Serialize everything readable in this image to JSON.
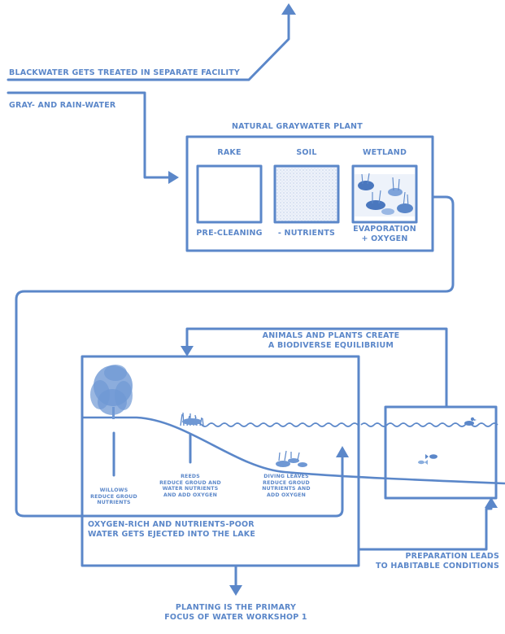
{
  "colors": {
    "line": "#5b87c9",
    "water": "#5b87c9",
    "soil": "#e8eef8"
  },
  "flow": {
    "blackwater_label": "BLACKWATER GETS TREATED IN SEPARATE FACILITY",
    "graywater_label": "GRAY- AND RAIN-WATER"
  },
  "plant": {
    "title": "NATURAL GRAYWATER PLANT",
    "stages": [
      {
        "name": "RAKE",
        "effect": "PRE-CLEANING"
      },
      {
        "name": "SOIL",
        "effect": "- NUTRIENTS"
      },
      {
        "name": "WETLAND",
        "effect_line1": "EVAPORATION",
        "effect_line2": "+ OXYGEN"
      }
    ]
  },
  "lake": {
    "loop_label_line1": "ANIMALS AND PLANTS CREATE",
    "loop_label_line2": "A BIODIVERSE EQUILIBRIUM",
    "plants": [
      {
        "name": "WILLOWS",
        "desc": "REDUCE GROUD NUTRIENTS"
      },
      {
        "name": "REEDS",
        "desc": "REDUCE GROUD AND WATER NUTRIENTS AND ADD OXYGEN"
      },
      {
        "name": "DIVING LEAVES",
        "desc": "REDUCE GROUD NUTRIENTS AND ADD OXYGEN"
      }
    ],
    "output_line1": "OXYGEN-RICH AND NUTRIENTS-POOR",
    "output_line2": "WATER GETS EJECTED INTO THE LAKE",
    "prep_line1": "PREPARATION LEADS",
    "prep_line2": "TO HABITABLE CONDITIONS"
  },
  "footer": {
    "line1": "PLANTING IS THE PRIMARY",
    "line2": "FOCUS OF WATER WORKSHOP 1"
  }
}
